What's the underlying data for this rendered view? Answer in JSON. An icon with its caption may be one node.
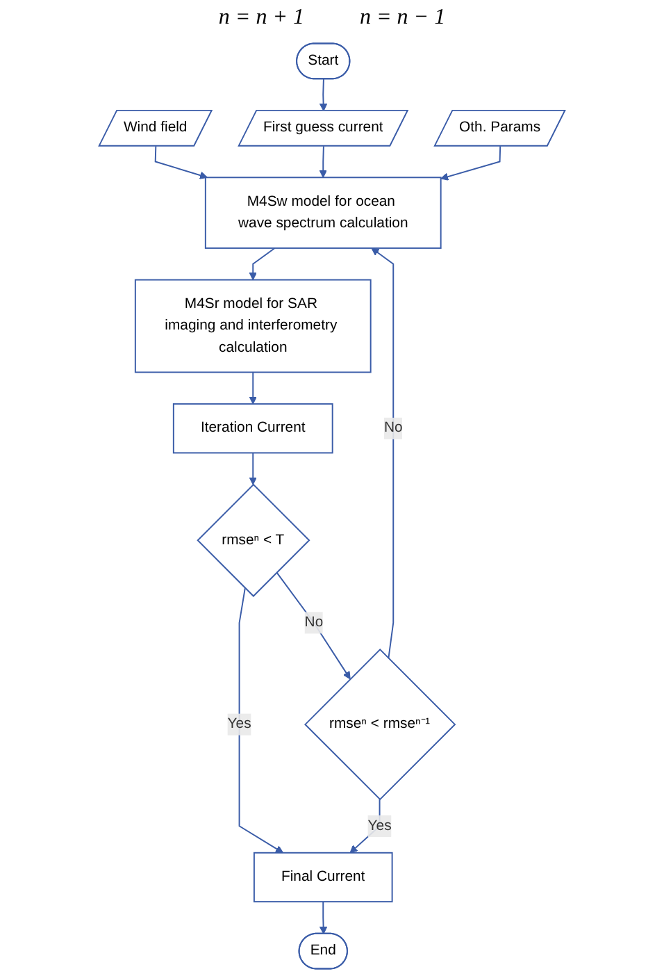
{
  "diagram": {
    "nodes": [
      {
        "text": [
          "Start"
        ]
      },
      {
        "text": [
          "Wind field"
        ]
      },
      {
        "text": [
          "First guess current"
        ]
      },
      {
        "text": [
          "Oth. Params"
        ]
      },
      {
        "text": [
          "M4Sw model for ocean wave spectrum calculation"
        ]
      },
      {
        "text": [
          "M4Sr model for SAR imaging and interferometry calculation"
        ]
      },
      {
        "text": [
          "Iteration Current"
        ]
      },
      {
        "text": [
          "rmseⁿ < T"
        ]
      },
      {
        "text": [
          "rmseⁿ < rmseⁿ⁻¹"
        ]
      },
      {
        "text": [
          "Final Current"
        ]
      },
      {
        "text": [
          "End"
        ]
      }
    ],
    "edges": [
      {
        "from": 0,
        "to": 2,
        "arrow": "to"
      },
      {
        "from": 1,
        "to": 4,
        "arrow": "to"
      },
      {
        "from": 2,
        "to": 4,
        "arrow": "to"
      },
      {
        "from": 3,
        "to": 4,
        "arrow": "to"
      },
      {
        "from": 4,
        "to": 5,
        "arrow": "to"
      },
      {
        "from": 5,
        "to": 6,
        "arrow": "to"
      },
      {
        "from": 6,
        "to": 7,
        "arrow": "to"
      },
      {
        "from": 7,
        "to": 8,
        "arrow": "to",
        "label": "No"
      },
      {
        "from": 7,
        "to": 9,
        "arrow": "to",
        "label": "Yes"
      },
      {
        "from": 8,
        "to": 4,
        "arrow": "to",
        "label": "No"
      },
      {
        "from": 8,
        "to": 9,
        "arrow": "to",
        "label": "Yes"
      },
      {
        "from": 9,
        "to": 10,
        "arrow": "to"
      }
    ],
    "labels": [
      "n = n + 1",
      "n = n − 1"
    ]
  }
}
